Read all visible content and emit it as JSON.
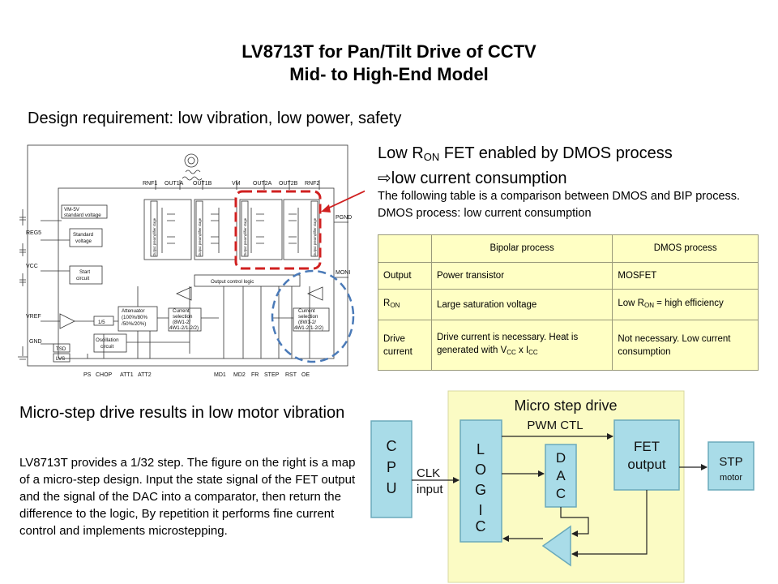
{
  "slide": {
    "title_line1": "LV8713T for Pan/Tilt Drive of CCTV",
    "title_line2": "Mid- to High-End Model",
    "requirement": "Design requirement: low vibration, low power, safety"
  },
  "circuit": {
    "top_pins": [
      "RNF1",
      "OUT1A",
      "OUT1B",
      "VM",
      "OUT2A",
      "OUT2B",
      "RNF2"
    ],
    "left_pins": [
      "REG5",
      "VCC",
      "VREF",
      "GND"
    ],
    "right_pins": [
      "PGND",
      "MONI"
    ],
    "bottom_pins": [
      "PS",
      "CHOP",
      "ATT1",
      "ATT2",
      "MD1",
      "MD2",
      "FR",
      "STEP",
      "RST",
      "OE"
    ],
    "blocks": {
      "vm5v_line1": "VM-5V",
      "vm5v_line2": "standard voltage",
      "std_voltage_line1": "Standard",
      "std_voltage_line2": "voltage",
      "start_line1": "Start",
      "start_line2": "circuit",
      "output_control": "Output control logic",
      "ratio": "1/5",
      "attenuator_line1": "Attenuator",
      "attenuator_line2": "(100%/80%",
      "attenuator_line3": "/50%/20%)",
      "cs1_line1": "Current",
      "cs1_line2": "selection",
      "cs1_line3": "(8W1-2/",
      "cs1_line4": "4W1-2/1-2/2)",
      "cs2_line1": "Current",
      "cs2_line2": "selection",
      "cs2_line3": "(8W1-2/",
      "cs2_line4": "4W1-2/1-2/2)",
      "osc_line1": "Oscillation",
      "osc_line2": "circuit",
      "tsd": "TSD",
      "lvs": "LVS",
      "predriver": "Output preamplifier stage"
    }
  },
  "ron": {
    "heading_pre": "Low R",
    "heading_sub": "ON",
    "heading_post": " FET enabled by DMOS process",
    "arrow": "⇨",
    "consequence": "low current consumption",
    "intro": "The following table is a comparison between DMOS and BIP process. DMOS process: low current consumption"
  },
  "table": {
    "headers": [
      "",
      "Bipolar process",
      "DMOS process"
    ],
    "row_output": {
      "label": "Output",
      "bipolar": "Power transistor",
      "dmos": "MOSFET"
    },
    "row_ron": {
      "label_pre": "R",
      "label_sub": "ON",
      "bipolar": "Large saturation  voltage",
      "dmos_pre": "Low R",
      "dmos_sub": "ON",
      "dmos_post": " = high efficiency"
    },
    "row_drive": {
      "label_line1": "Drive",
      "label_line2": "current",
      "bipolar_line1": "Drive current is necessary. Heat is",
      "bipolar_pre": "generated with V",
      "bipolar_sub1": "CC",
      "bipolar_mid": " x I",
      "bipolar_sub2": "CC",
      "dmos": "Not necessary. Low current consumption"
    }
  },
  "micro": {
    "heading": "Micro-step drive results in low motor vibration",
    "description": "LV8713T provides a 1/32 step. The figure on the right is a map of a micro-step design. Input the state signal of the FET output and the signal of the DAC into a comparator, then return the difference to the logic, By repetition it performs fine current control and implements microstepping."
  },
  "microstep_diagram": {
    "title": "Micro step drive",
    "pwm": "PWM CTL",
    "cpu": [
      "C",
      "P",
      "U"
    ],
    "logic": [
      "L",
      "O",
      "G",
      "I",
      "C"
    ],
    "dac": [
      "D",
      "A",
      "C"
    ],
    "fet_line1": "FET",
    "fet_line2": "output",
    "stp_line1": "STP",
    "stp_line2": "motor",
    "clk_line1": "CLK",
    "clk_line2": "input"
  },
  "colors": {
    "highlight_red": "#d02020",
    "highlight_blue": "#4a7ab8",
    "table_fill": "#ffffc4",
    "diagram_fill": "#fbfbc4",
    "block_fill": "#a9dce8",
    "block_stroke": "#6aaabb"
  }
}
